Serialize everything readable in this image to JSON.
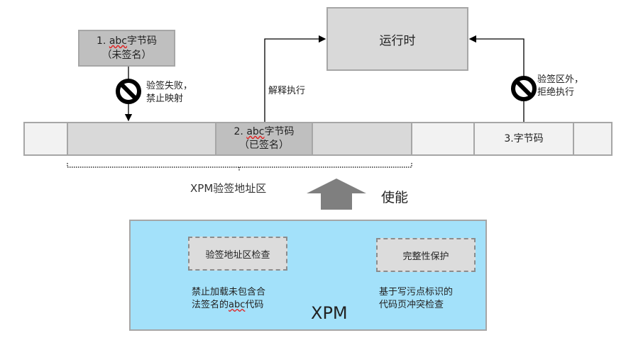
{
  "runtime": {
    "label": "运行时"
  },
  "unsigned_code": {
    "line1_prefix": "1. ",
    "line1_abc": "abc",
    "line1_suffix": "字节码",
    "line2": "（未签名）"
  },
  "memory": {
    "cells": [
      {
        "label": ""
      },
      {
        "label": ""
      },
      {
        "line1_prefix": "2. ",
        "line1_abc": "abc",
        "line1_suffix": "字节码",
        "line2": "（已签名）"
      },
      {
        "label": ""
      },
      {
        "label": ""
      },
      {
        "label": "3.字节码"
      },
      {
        "label": ""
      }
    ]
  },
  "annotations": {
    "deny_map": {
      "line1": "验签失败，",
      "line2": "禁止映射"
    },
    "interpret": "解释执行",
    "deny_exec": {
      "line1": "验签区外，",
      "line2": "拒绝执行"
    },
    "xpm_region": "XPM验签地址区",
    "enable": "使能"
  },
  "xpm": {
    "title": "XPM",
    "modules": [
      {
        "title": "验签地址区检查",
        "desc_line1": "禁止加载未包含合",
        "desc_line2_prefix": "法签名的",
        "desc_line2_abc": "abc",
        "desc_line2_suffix": "代码"
      },
      {
        "title": "完整性保护",
        "desc_line1": "基于写污点标识的",
        "desc_line2": "代码页冲突检查"
      }
    ]
  },
  "colors": {
    "xpm_bg": "#a3e1fa",
    "box_gray": "#d9d9d9",
    "box_dark": "#bfbfbf",
    "border": "#a6a6a6",
    "arrow_gray": "#7f7f7f"
  }
}
